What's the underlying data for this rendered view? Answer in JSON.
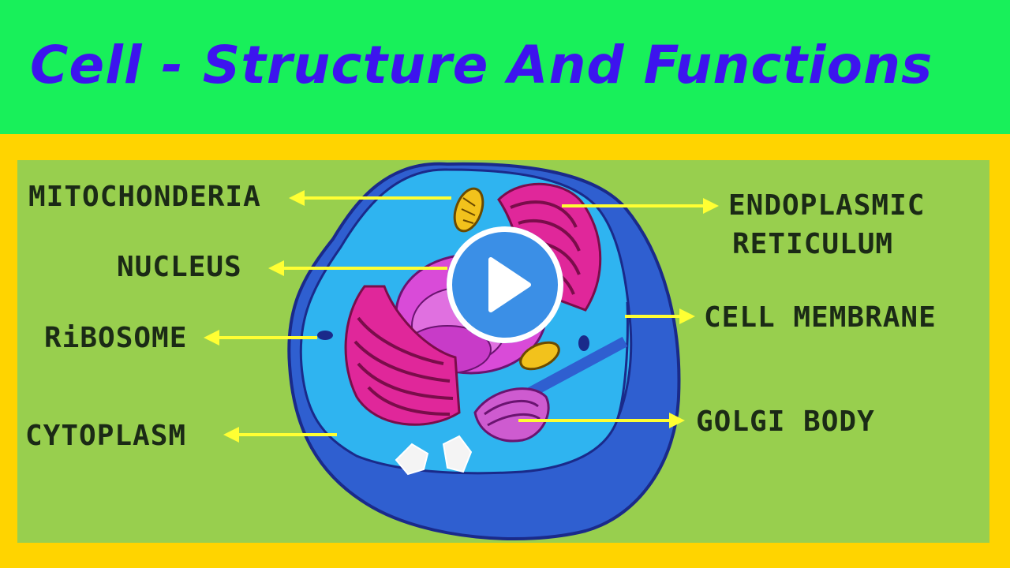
{
  "header": {
    "title": "Cell - Structure And Functions",
    "title_color": "#3d14ee",
    "background": "#18f05a"
  },
  "diagram": {
    "background": "#98cf4e",
    "frame_color": "#ffd400",
    "arrow_color": "#ffff33",
    "labels": {
      "mitochondria": "MITOCHONDERIA",
      "nucleus": "NUCLEUS",
      "ribosome": "RiBOSOME",
      "cytoplasm": "CYTOPLASM",
      "er_line1": "ENDOPLASMIC",
      "er_line2": "RETICULUM",
      "cell_membrane": "CELL MEMBRANE",
      "golgi_body": "GOLGI BODY"
    },
    "colors": {
      "membrane": "#2f5fd0",
      "cytoplasm": "#2fb4f0",
      "nucleus": "#d94bd8",
      "er": "#e0279a",
      "mitochondria": "#f2c21c",
      "golgi": "#ce5bd0"
    }
  },
  "player": {
    "play_icon": "play-icon"
  }
}
